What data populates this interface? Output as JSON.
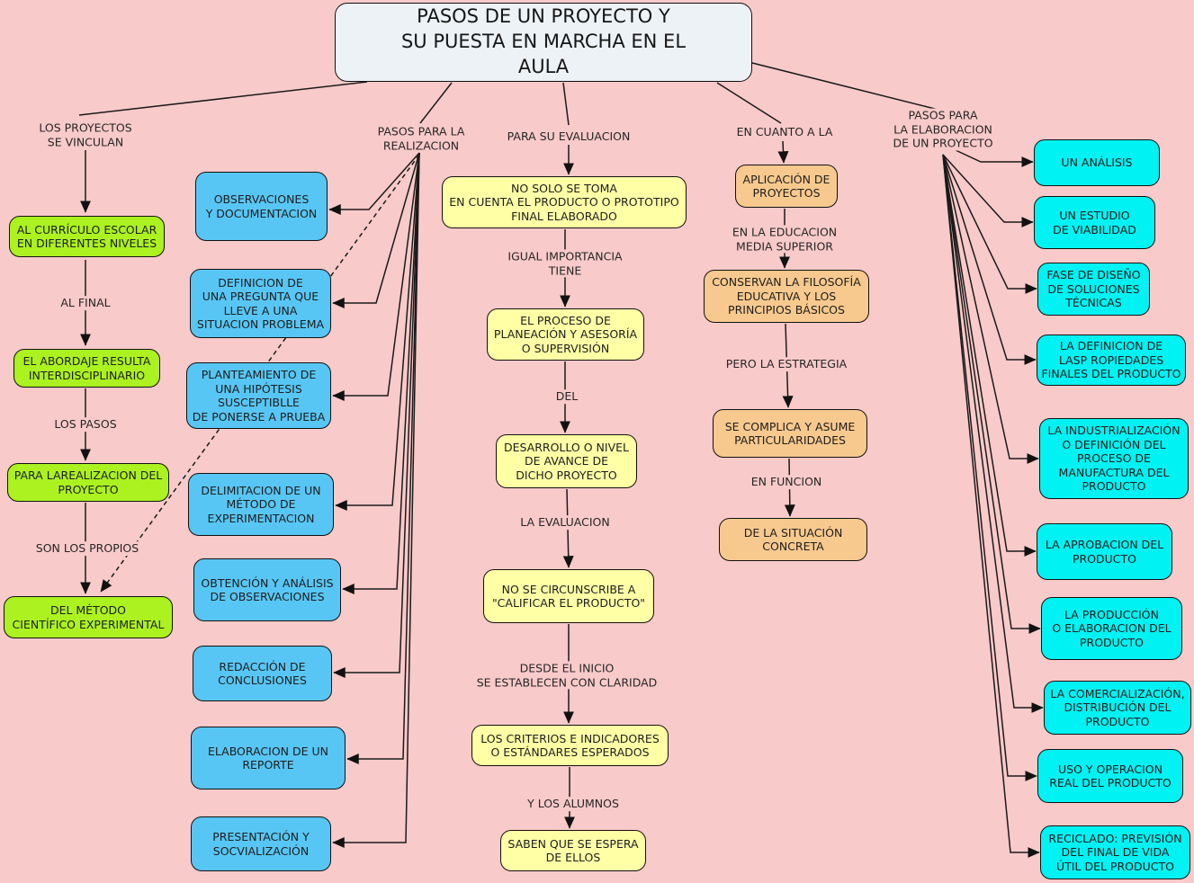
{
  "title": "PASOS DE UN PROYECTO Y\nSU PUESTA EN MARCHA EN EL\nAULA",
  "branches": {
    "vinculan": {
      "label": "LOS PROYECTOS\nSE VINCULAN"
    },
    "realizacion": {
      "label": "PASOS PARA LA\nREALIZACION"
    },
    "evaluacion": {
      "label": "PARA SU EVALUACION"
    },
    "aplicacion": {
      "label": "EN CUANTO A LA"
    },
    "elaboracion": {
      "label": "PASOS PARA\nLA ELABORACION\nDE UN PROYECTO"
    }
  },
  "green_chain": {
    "nodes": [
      "AL CURRÍCULO ESCOLAR\nEN DIFERENTES NIVELES",
      "EL ABORDAJE RESULTA\nINTERDISCIPLINARIO",
      "PARA LAREALIZACION DEL\nPROYECTO",
      "DEL MÉTODO\nCIENTÍFICO EXPERIMENTAL"
    ],
    "links": [
      "AL FINAL",
      "LOS PASOS",
      "SON LOS PROPIOS"
    ]
  },
  "blue_steps": {
    "nodes": [
      "OBSERVACIONES\nY DOCUMENTACION",
      "DEFINICION DE\nUNA PREGUNTA QUE\nLLEVE A UNA\nSITUACION PROBLEMA",
      "PLANTEAMIENTO DE\nUNA HIPÓTESIS\nSUSCEPTIBLLE\nDE PONERSE A PRUEBA",
      "DELIMITACION DE UN\nMÉTODO DE\nEXPERIMENTACION",
      "OBTENCIÓN Y ANÁLISIS\nDE OBSERVACIONES",
      "REDACCIÓN DE\nCONCLUSIONES",
      "ELABORACION DE UN\nREPORTE",
      "PRESENTACIÓN Y\nSOCVIALIZACIÓN"
    ]
  },
  "yellow_chain": {
    "nodes": [
      "NO SOLO SE TOMA\nEN CUENTA EL PRODUCTO O PROTOTIPO\nFINAL ELABORADO",
      "EL PROCESO DE\nPLANEACIÓN Y ASESORÍA\nO SUPERVISIÓN",
      "DESARROLLO O NIVEL\nDE AVANCE DE\nDICHO PROYECTO",
      "NO SE CIRCUNSCRIBE A\n\"CALIFICAR EL PRODUCTO\"",
      "LOS CRITERIOS E INDICADORES\nO ESTÁNDARES ESPERADOS",
      "SABEN QUE SE ESPERA\nDE ELLOS"
    ],
    "links": [
      "IGUAL IMPORTANCIA\nTIENE",
      "DEL",
      "LA EVALUACION",
      "DESDE EL INICIO\nSE ESTABLECEN CON CLARIDAD",
      "Y LOS ALUMNOS"
    ]
  },
  "orange_chain": {
    "nodes": [
      "APLICACIÓN DE\nPROYECTOS",
      "CONSERVAN LA FILOSOFÍA\nEDUCATIVA Y LOS\nPRINCIPIOS BÁSICOS",
      "SE COMPLICA Y ASUME\nPARTICULARIDADES",
      "DE LA SITUACIÓN\nCONCRETA"
    ],
    "links": [
      "EN LA EDUCACION\nMEDIA SUPERIOR",
      "PERO LA ESTRATEGIA",
      "EN FUNCION"
    ]
  },
  "cyan_steps": {
    "nodes": [
      "UN ANÁLISIS",
      "UN ESTUDIO\nDE VIABILIDAD",
      "FASE DE DISEÑO\nDE SOLUCIONES\nTÉCNICAS",
      "LA DEFINICION DE\nLASP ROPIEDADES\nFINALES DEL PRODUCTO",
      "LA INDUSTRIALIZACIÓN\nO DEFINICIÓN DEL\nPROCESO DE\nMANUFACTURA DEL\nPRODUCTO",
      "LA APROBACION DEL\nPRODUCTO",
      "LA PRODUCCIÓN\nO ELABORACION DEL\nPRODUCTO",
      "LA COMERCIALIZACIÓN,\nDISTRIBUCIÓN DEL\nPRODUCTO",
      "USO Y OPERACION\nREAL DEL PRODUCTO",
      "RECICLADO: PREVISIÓN\nDEL FINAL DE VIDA\nÚTIL DEL PRODUCTO"
    ]
  },
  "colors": {
    "background": "#f9caca",
    "title_fill": "#edf2f6",
    "green": "#abf220",
    "blue": "#58c6f4",
    "yellow": "#ffffa6",
    "orange": "#f8c98e",
    "cyan": "#00f2f2",
    "line": "#1a1a1a"
  }
}
